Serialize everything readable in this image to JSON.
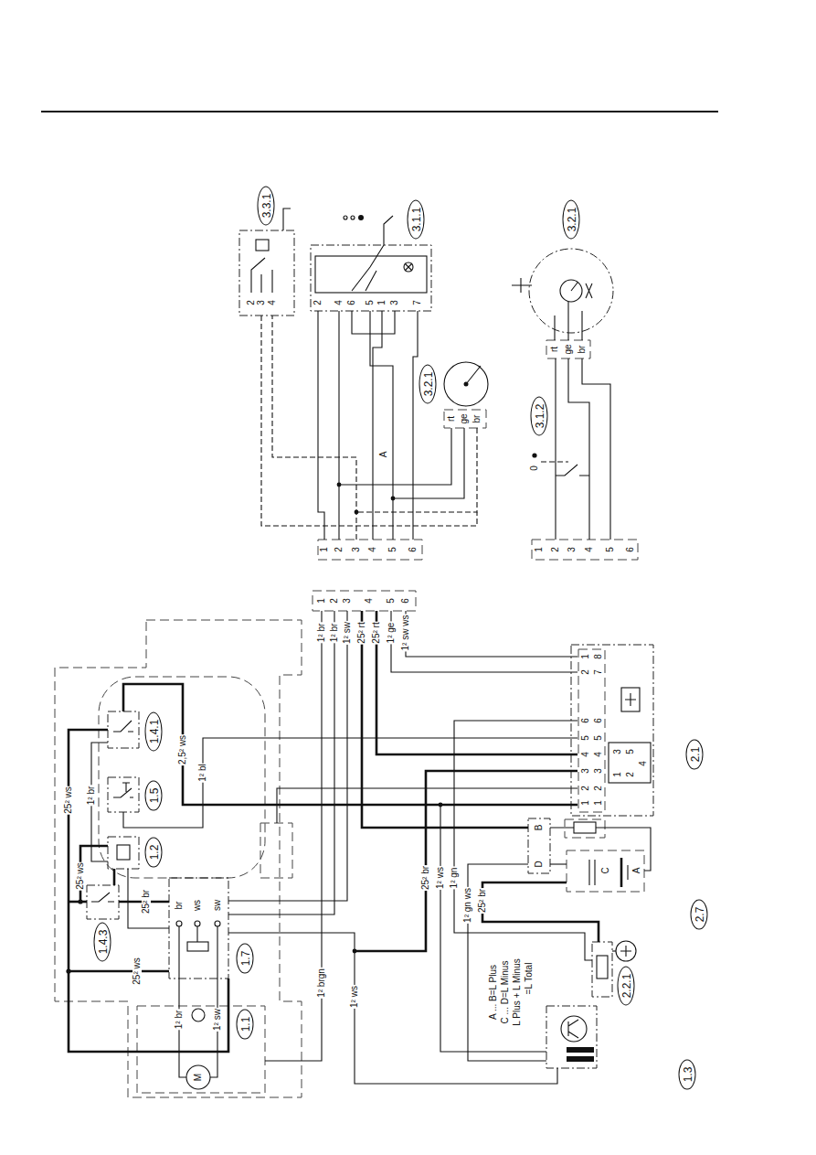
{
  "diagram": {
    "nodes": [
      {
        "text": [
          "3.3.1"
        ]
      },
      {
        "text": [
          "3.1.1"
        ]
      },
      {
        "text": [
          "3.2.1"
        ]
      },
      {
        "text": [
          "3.2.1"
        ]
      },
      {
        "text": [
          "3.1.2"
        ]
      },
      {
        "text": [
          "1.4.1"
        ]
      },
      {
        "text": [
          "2.1"
        ]
      },
      {
        "text": [
          "1.5"
        ]
      },
      {
        "text": [
          "1.2"
        ]
      },
      {
        "text": [
          "2.7"
        ]
      },
      {
        "text": [
          "1.4.3"
        ]
      },
      {
        "text": [
          "1.7"
        ]
      },
      {
        "text": [
          "2.2.1"
        ]
      },
      {
        "text": [
          "1.1"
        ]
      },
      {
        "text": [
          "1.3"
        ]
      }
    ],
    "labels": [
      "25² ws",
      "1² br",
      "25² ws",
      "25² br",
      "25² ws",
      "2,5² ws",
      "1² bl",
      "br",
      "ws",
      "sw",
      "1² br",
      "1² sw",
      "1² brgn",
      "1² ws",
      "1",
      "2",
      "3",
      "4",
      "5",
      "6",
      "1² br",
      "1² br",
      "1² sw",
      "25² rt",
      "25² rt",
      "1² ge",
      "1² sw ws",
      "25² br",
      "1² ws",
      "1² gn",
      "1² gn ws",
      "25² br",
      "A ... B=L Plus",
      "C ... D=L Minus",
      "L Plus + L Minus",
      "=L Total",
      "B",
      "D",
      "C",
      "A",
      "1",
      "2",
      "3",
      "4",
      "5",
      "6",
      "2",
      "1",
      "1",
      "2",
      "3",
      "4",
      "5",
      "6",
      "7",
      "8",
      "1",
      "2",
      "3",
      "5",
      "4",
      "1",
      "2",
      "3",
      "4",
      "5",
      "6",
      "2",
      "3",
      "4",
      "2",
      "4",
      "6",
      "5",
      "1",
      "3",
      "7",
      "rt",
      "ge",
      "br",
      "A",
      "1",
      "2",
      "3",
      "4",
      "5",
      "6",
      "0",
      "rt",
      "ge",
      "br",
      "M"
    ]
  }
}
